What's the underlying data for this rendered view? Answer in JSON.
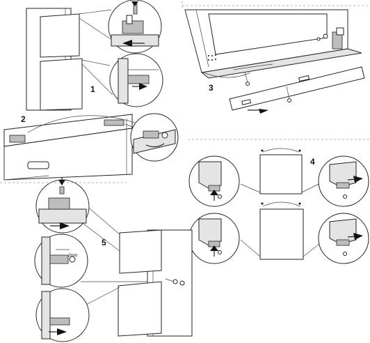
{
  "steps": {
    "s1": "1",
    "s2": "2",
    "s3": "3",
    "s4": "4",
    "s5": "5"
  },
  "labels": {
    "dimension": "2mm"
  },
  "colors": {
    "line": "#222222",
    "shade": "#e4e4e4",
    "dark": "#111111",
    "background": "#ffffff"
  }
}
